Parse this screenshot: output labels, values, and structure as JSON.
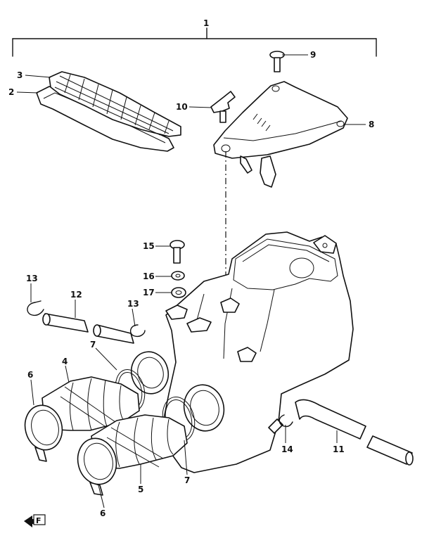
{
  "callouts": {
    "c1": "1",
    "c2": "2",
    "c3": "3",
    "c4": "4",
    "c5": "5",
    "c6a": "6",
    "c6b": "6",
    "c7a": "7",
    "c7b": "7",
    "c8": "8",
    "c9": "9",
    "c10": "10",
    "c11": "11",
    "c12": "12",
    "c13a": "13",
    "c13b": "13",
    "c14": "14",
    "c15": "15",
    "c16": "16",
    "c17": "17"
  },
  "direction_badge": "F"
}
